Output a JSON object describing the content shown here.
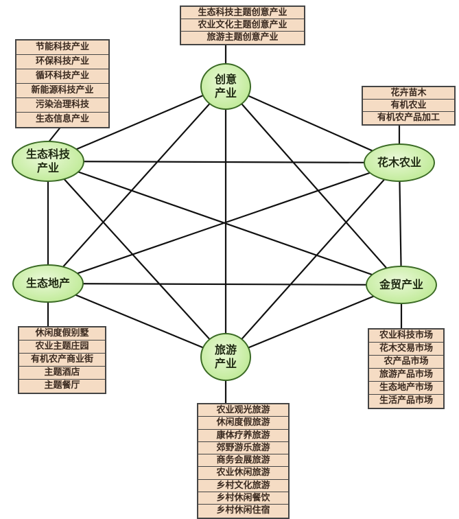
{
  "nodes": {
    "creative": {
      "line1": "创意",
      "line2": "产业"
    },
    "ecotech": {
      "line1": "生态科技",
      "line2": "产业"
    },
    "flower": {
      "line1": "花木农业"
    },
    "estate": {
      "line1": "生态地产"
    },
    "trade": {
      "line1": "金贸产业"
    },
    "tourism": {
      "line1": "旅游",
      "line2": "产业"
    }
  },
  "lists": {
    "creative": [
      "生态科技主题创意产业",
      "农业文化主题创意产业",
      "旅游主题创意产业"
    ],
    "ecotech": [
      "节能科技产业",
      "环保科技产业",
      "循环科技产业",
      "新能源科技产业",
      "污染治理科技",
      "生态信息产业"
    ],
    "flower": [
      "花卉苗木",
      "有机农业",
      "有机农产品加工"
    ],
    "estate": [
      "休闲度假别墅",
      "农业主题庄园",
      "有机农产商业街",
      "主题酒店",
      "主题餐厅"
    ],
    "trade": [
      "农业科技市场",
      "花木交易市场",
      "农产品市场",
      "旅游产品市场",
      "生态地产市场",
      "生活产品市场"
    ],
    "tourism": [
      "农业观光旅游",
      "休闲度假旅游",
      "康体疗养旅游",
      "郊野游乐旅游",
      "商务会展旅游",
      "农业休闲旅游",
      "乡村文化旅游",
      "乡村休闲餐饮",
      "乡村休闲住宿"
    ]
  },
  "colors": {
    "node_fill": "#c4ec9e",
    "box_fill": "#f5dcc4",
    "line": "#111111"
  }
}
